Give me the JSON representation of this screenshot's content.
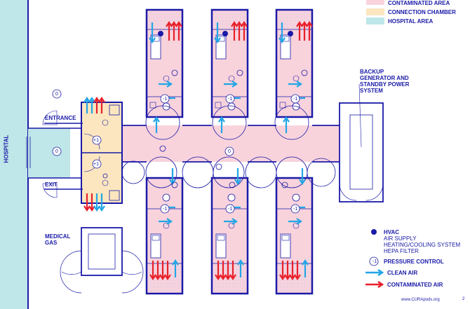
{
  "legend": {
    "contaminated_area": "CONTAMINATED AREA",
    "connection_chamber": "CONNECTION CHAMBER",
    "hospital_area": "HOSPITAL AREA",
    "hvac": "HVAC",
    "hvac_desc_1": "AIR SUPPLY",
    "hvac_desc_2": "HEATING/COOLING SYSTEM",
    "hvac_desc_3": "HEPA FILTER",
    "pressure_control": "PRESSURE CONTROL",
    "clean_air": "CLEAN AIR",
    "contaminated_air": "CONTAMINATED AIR"
  },
  "labels": {
    "hospital": "HOSPITAL",
    "entrance": "ENTRANCE",
    "exit": "EXIT",
    "medical_gas_1": "MEDICAL",
    "medical_gas_2": "GAS",
    "backup_1": "BACKUP",
    "backup_2": "GENERATOR AND",
    "backup_3": "STANDBY POWER",
    "backup_4": "SYSTEM",
    "website": "www.CURApods.org",
    "page_number": "2"
  },
  "pressure": {
    "zero": "0",
    "plus_one": "+1",
    "minus_one": "-1"
  },
  "colors": {
    "contaminated": "#f8d3dc",
    "connection": "#fbe6bf",
    "hospital": "#bfe6e8",
    "line": "#1a1aa8",
    "clean_air": "#22a6e6",
    "contaminated_air": "#e8202a"
  }
}
